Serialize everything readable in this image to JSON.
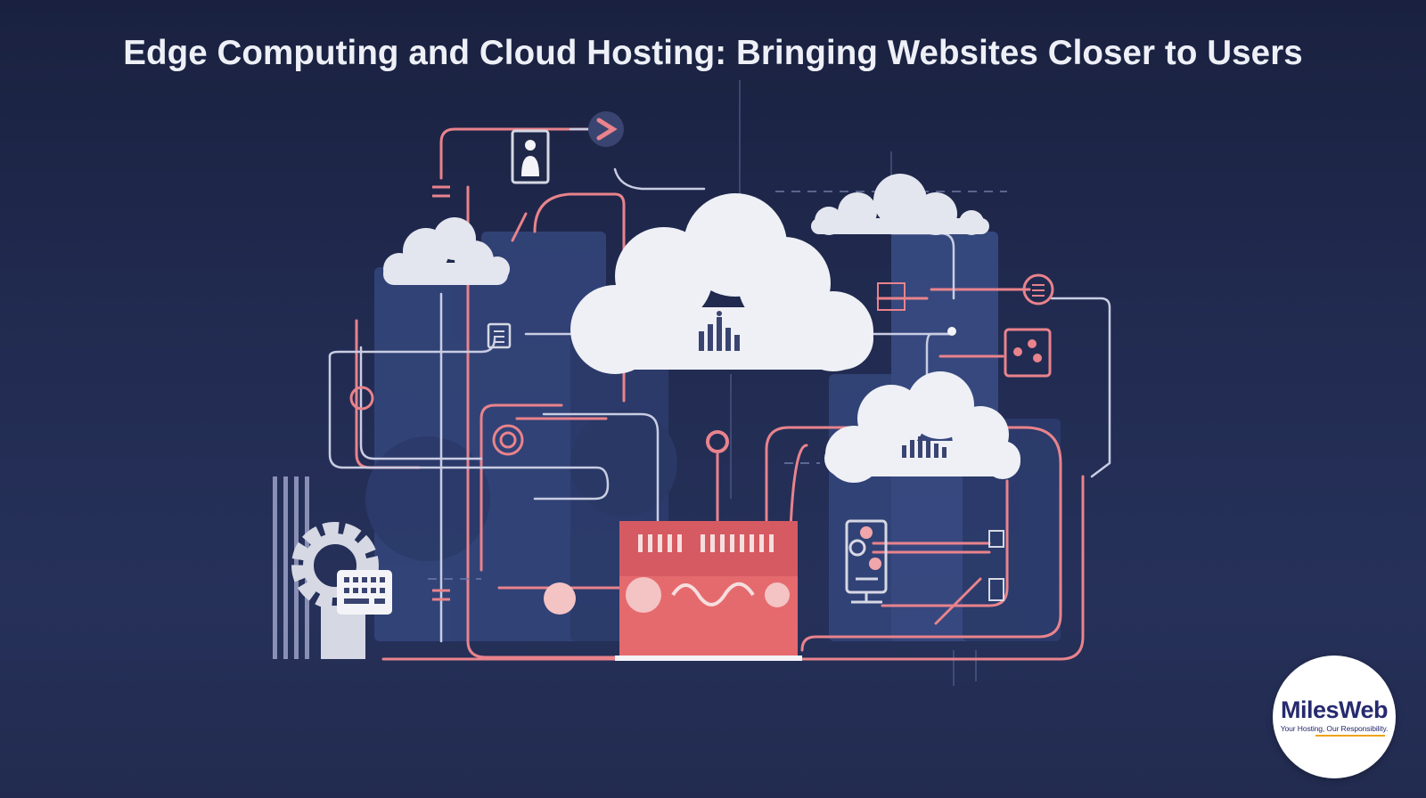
{
  "title": "Edge Computing and Cloud Hosting: Bringing Websites Closer to Users",
  "logo": {
    "name": "MilesWeb",
    "tagline": "Your Hosting, Our Responsibility.",
    "icon": "milesweb-logo",
    "text_color": "#262a6e",
    "accent_color": "#f0a21a"
  },
  "colors": {
    "background": "#1f2849",
    "line_pink": "#e9838c",
    "line_light": "#c9cde3",
    "cloud_white": "#eef0f6",
    "server_red": "#e56a6e",
    "building_blue": "#34467c"
  },
  "icons": [
    "cloud-icon",
    "server-icon",
    "gear-icon",
    "keyboard-icon",
    "user-icon",
    "chart-icon",
    "arrow-icon",
    "circuit-icon",
    "document-icon"
  ]
}
